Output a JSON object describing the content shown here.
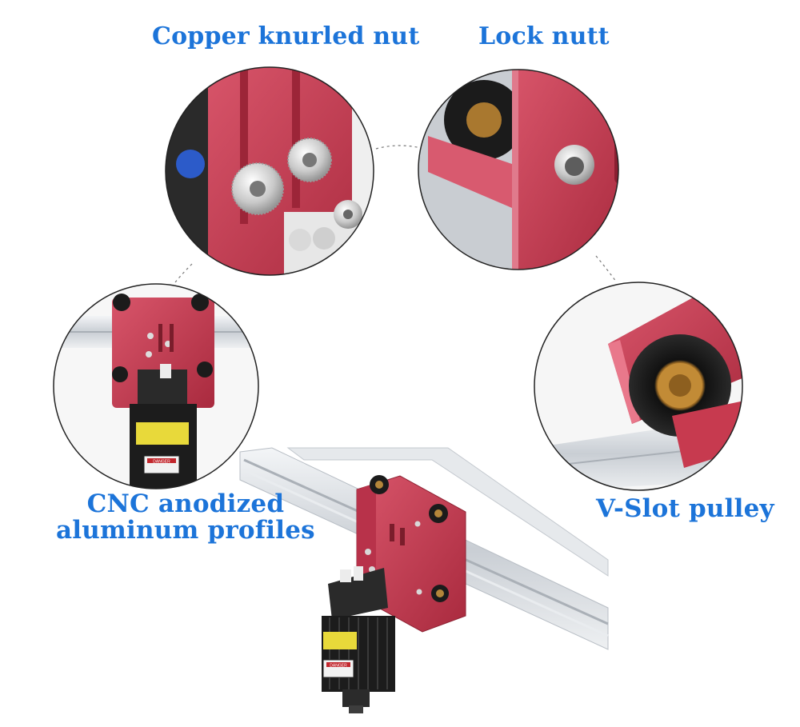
{
  "labels": {
    "copper_knurled_nut": "Copper knurled nut",
    "lock_nut": "Lock nutt",
    "cnc_line1": "CNC anodized",
    "cnc_line2": "aluminum profiles",
    "vslot_pulley": "V-Slot pulley"
  },
  "warning_label": "DANGER",
  "colors": {
    "label_text": "#1c74d9",
    "anodized_red": "#c73a4f",
    "aluminum": "#d9dde2",
    "heatsink": "#1a1a1a",
    "warning_yellow": "#e8d93a"
  }
}
